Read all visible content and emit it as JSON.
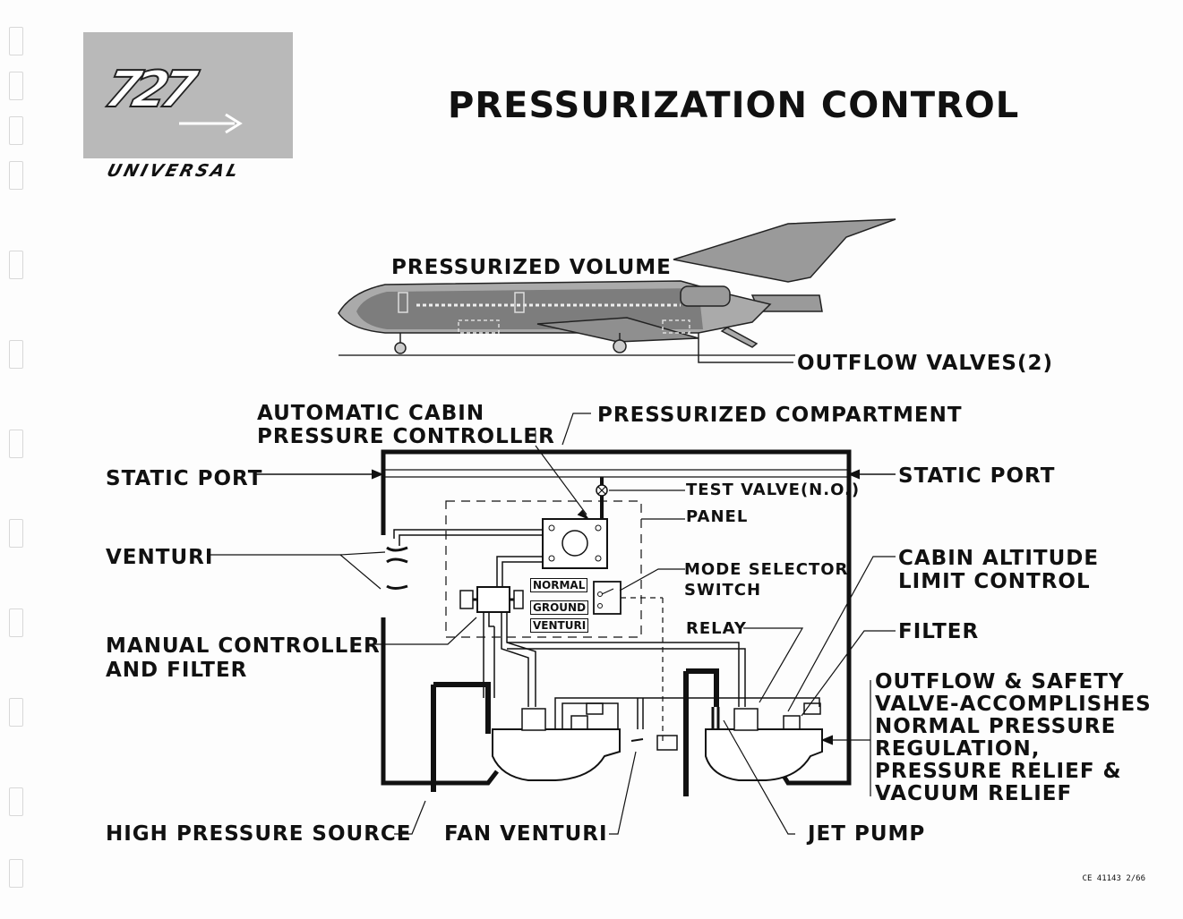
{
  "logo": {
    "model": "727",
    "brand": "UNIVERSAL"
  },
  "title": "PRESSURIZATION CONTROL",
  "airplane": {
    "volume_label": "PRESSURIZED VOLUME",
    "outflow_label": "OUTFLOW VALVES(2)"
  },
  "labels": {
    "auto_controller_1": "AUTOMATIC CABIN",
    "auto_controller_2": "PRESSURE CONTROLLER",
    "pressurized_compartment": "PRESSURIZED COMPARTMENT",
    "static_port_left": "STATIC PORT",
    "static_port_right": "STATIC PORT",
    "test_valve": "TEST VALVE(N.O.)",
    "panel": "PANEL",
    "venturi": "VENTURI",
    "mode_selector_1": "MODE SELECTOR",
    "mode_selector_2": "SWITCH",
    "cabin_alt_1": "CABIN ALTITUDE",
    "cabin_alt_2": "LIMIT CONTROL",
    "relay": "RELAY",
    "filter": "FILTER",
    "manual_ctrl_1": "MANUAL CONTROLLER",
    "manual_ctrl_2": "AND FILTER",
    "outflow_1": "OUTFLOW & SAFETY",
    "outflow_2": "VALVE-ACCOMPLISHES",
    "outflow_3": "NORMAL PRESSURE",
    "outflow_4": "REGULATION,",
    "outflow_5": "PRESSURE RELIEF &",
    "outflow_6": "VACUUM RELIEF",
    "high_pressure": "HIGH PRESSURE SOURCE",
    "fan_venturi": "FAN VENTURI",
    "jet_pump": "JET PUMP"
  },
  "switch_positions": [
    "NORMAL",
    "GROUND",
    "VENTURI"
  ],
  "footer_code": "CE 41143 2/66"
}
